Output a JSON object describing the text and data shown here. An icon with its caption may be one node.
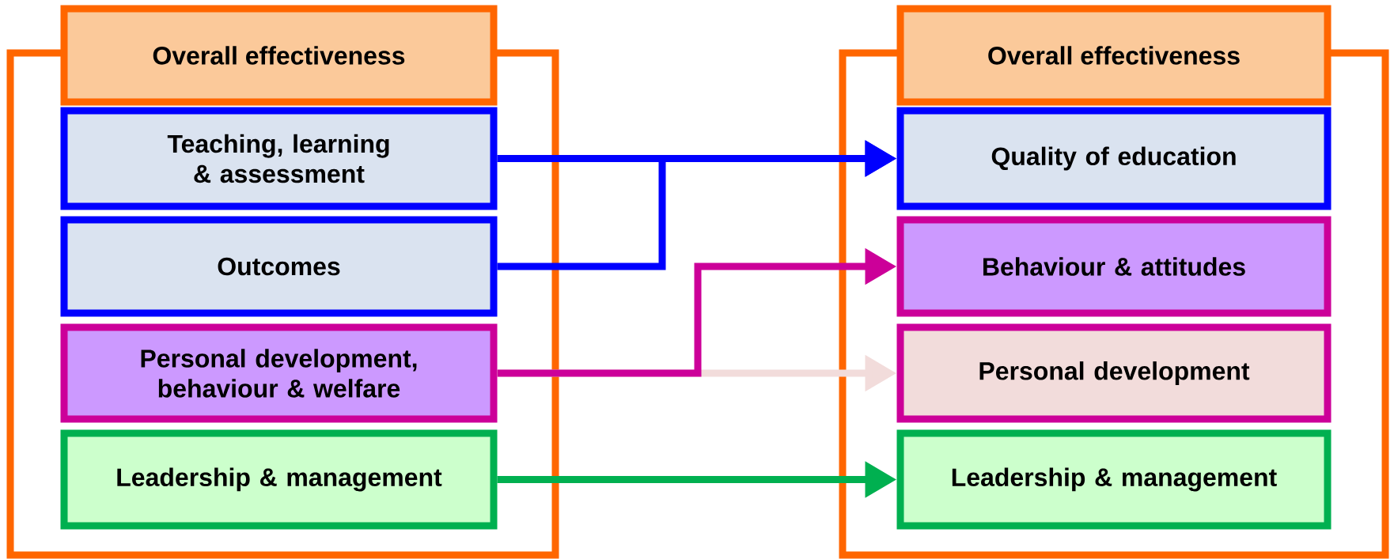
{
  "diagram": {
    "nodes": [
      {
        "text": [
          "Overall effectiveness"
        ]
      },
      {
        "text": [
          "Teaching, learning & assessment"
        ],
        "in": 0
      },
      {
        "text": [
          "Outcomes"
        ],
        "in": 0
      },
      {
        "text": [
          "Personal development, behaviour & welfare"
        ],
        "in": 0
      },
      {
        "text": [
          "Leadership & management"
        ],
        "in": 0
      },
      {
        "text": [
          "Overall effectiveness"
        ]
      },
      {
        "text": [
          "Quality of education"
        ],
        "in": 5
      },
      {
        "text": [
          "Behaviour & attitudes"
        ],
        "in": 5
      },
      {
        "text": [
          "Personal development"
        ],
        "in": 5
      },
      {
        "text": [
          "Leadership & management"
        ],
        "in": 5
      }
    ],
    "edges": [
      {
        "from": 1,
        "to": 6,
        "arrow": "to",
        "color": "#0000ff"
      },
      {
        "from": 2,
        "to": 6,
        "arrow": "to",
        "color": "#0000ff"
      },
      {
        "from": 3,
        "to": 8,
        "arrow": "to",
        "color": "#f2dcdb"
      },
      {
        "from": 3,
        "to": 7,
        "arrow": "to",
        "color": "#cc0099"
      },
      {
        "from": 4,
        "to": 9,
        "arrow": "to",
        "color": "#00b050"
      }
    ]
  }
}
